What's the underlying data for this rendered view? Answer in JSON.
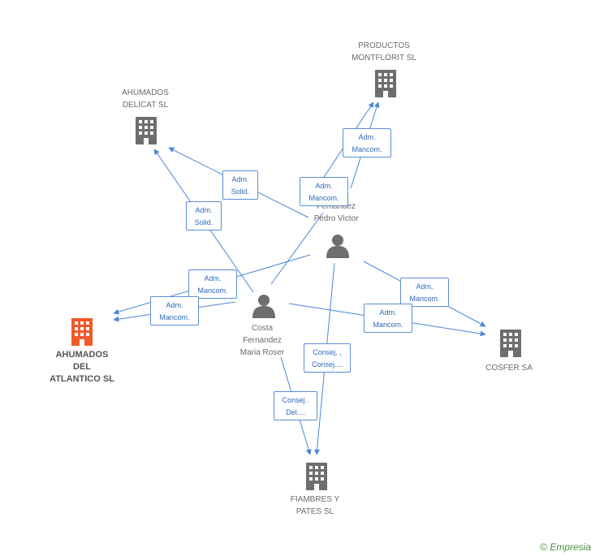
{
  "colors": {
    "edge": "#4a86d8",
    "building": "#6e6e6e",
    "highlight": "#f05a2a",
    "person": "#6e6e6e"
  },
  "nodes": {
    "productos": {
      "label": "PRODUCTOS\nMONTFLORIT SL",
      "icon": "building-icon"
    },
    "delicat": {
      "label": "AHUMADOS\nDELICAT SL",
      "icon": "building-icon"
    },
    "atlantico": {
      "label": "AHUMADOS\nDEL\nATLANTICO SL",
      "icon": "building-icon"
    },
    "cosfer": {
      "label": "COSFER SA",
      "icon": "building-icon"
    },
    "fiambres": {
      "label": "FIAMBRES Y\nPATES SL",
      "icon": "building-icon"
    },
    "pedro": {
      "label": "Fernandez\nPedro Victor",
      "icon": "person-icon"
    },
    "costa": {
      "label": "Costa\nFernandez\nMaria Roser",
      "icon": "person-icon"
    }
  },
  "edge_labels": {
    "e1": "Adm.\nMancom.",
    "e2": "Adm.\nMancom.",
    "e3": "Adm.\nSolid.",
    "e4": "Adm.\nSolid.",
    "e5": "Adm.\nMancom.",
    "e6": "Adm.\nMancom.",
    "e7": "Adm.\nMancom.",
    "e8": "Adm.\nMancom.",
    "e9": "Consej. ,\nConsej....",
    "e10": "Consej .\nDel...."
  },
  "footer": {
    "copyright": "©",
    "brand": "Empresia"
  }
}
